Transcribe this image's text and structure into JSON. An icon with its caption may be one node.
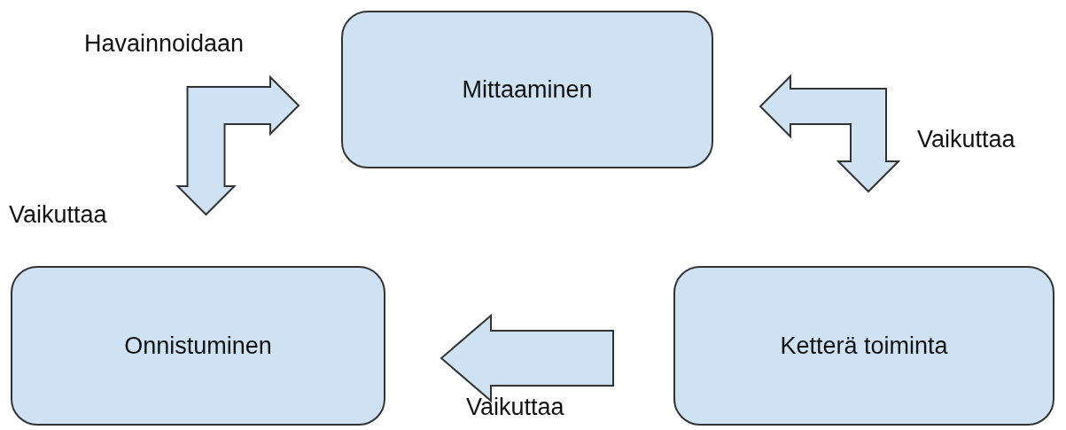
{
  "diagram": {
    "nodes": [
      {
        "text": [
          "Mittaaminen"
        ]
      },
      {
        "text": [
          "Onnistuminen"
        ]
      },
      {
        "text": [
          "Ketterä toiminta"
        ]
      }
    ],
    "edges": [
      {
        "from": 1,
        "to": 0,
        "arrow": "both",
        "label": "Havainnoidaan"
      },
      {
        "from": 0,
        "to": 2,
        "arrow": "both",
        "label": "Vaikuttaa"
      },
      {
        "from": 2,
        "to": 1,
        "arrow": "to",
        "label": "Vaikuttaa"
      }
    ],
    "labels": [
      "Vaikuttaa"
    ]
  }
}
